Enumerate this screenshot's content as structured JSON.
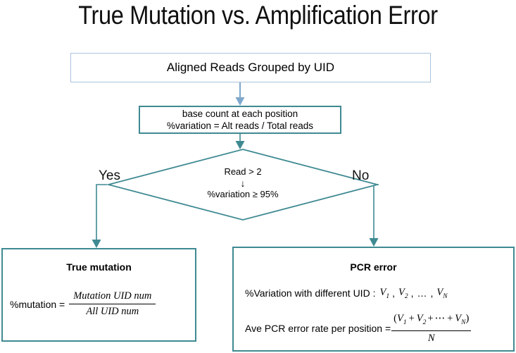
{
  "page": {
    "title": "True Mutation vs. Amplification Error"
  },
  "colors": {
    "box_blue_border": "#a9c3dc",
    "box_teal_border": "#3f8a92",
    "arrow_blue": "#7fa8cc",
    "arrow_teal": "#3f8a92",
    "background": "#ffffff",
    "text": "#000000"
  },
  "flow": {
    "start_box": {
      "label": "Aligned Reads Grouped by UID"
    },
    "process_box": {
      "line1": "base count at each position",
      "line2": "%variation = Alt reads / Total reads"
    },
    "decision": {
      "condition_line1": "Read > 2",
      "arrow_glyph": "↓",
      "condition_line2": "%variation ≥ 95%",
      "yes_label": "Yes",
      "no_label": "No"
    },
    "result_true": {
      "title": "True mutation",
      "formula_lhs": "%mutation =",
      "formula_numerator": "Mutation UID num",
      "formula_denominator": "All UID num"
    },
    "result_pcr": {
      "title": "PCR error",
      "line1_prefix": "%Variation with different UID :",
      "line1_vars": [
        "V",
        "V",
        "V"
      ],
      "line1_subs": [
        "1",
        "2",
        "N"
      ],
      "line1_sep1": ",",
      "line1_sep2": ",",
      "line1_ellipsis": "…",
      "line1_sep3": ",",
      "line2_prefix": "Ave PCR error rate per position =",
      "line2_numerator": "(V1 + V2 + ⋯ + VN)",
      "line2_denominator": "N",
      "line2_open_paren": "(",
      "line2_plus": "+",
      "line2_cdots": "⋯",
      "line2_close_paren": ")"
    }
  },
  "connectors": [
    {
      "name": "start-to-process",
      "color": "#7fa8cc"
    },
    {
      "name": "process-to-decision",
      "color": "#3f8a92"
    },
    {
      "name": "decision-yes-to-true-mutation",
      "color": "#3f8a92"
    },
    {
      "name": "decision-no-to-pcr-error",
      "color": "#3f8a92"
    }
  ]
}
